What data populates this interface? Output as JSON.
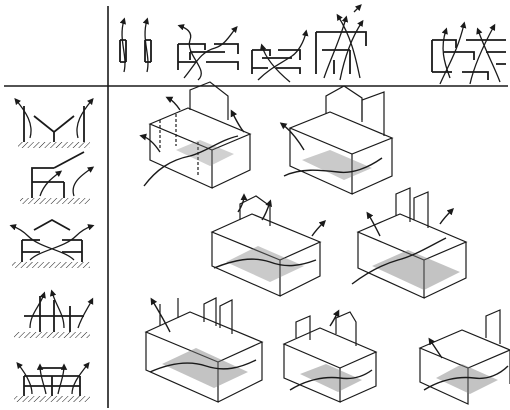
{
  "figure": {
    "layout": "matrix",
    "header_row_count": 5,
    "side_column_count": 5,
    "body_count": 7,
    "ink_color": "#1a1a1a",
    "shade_color": "#7a7a7a",
    "paper_color": "#ffffff"
  }
}
